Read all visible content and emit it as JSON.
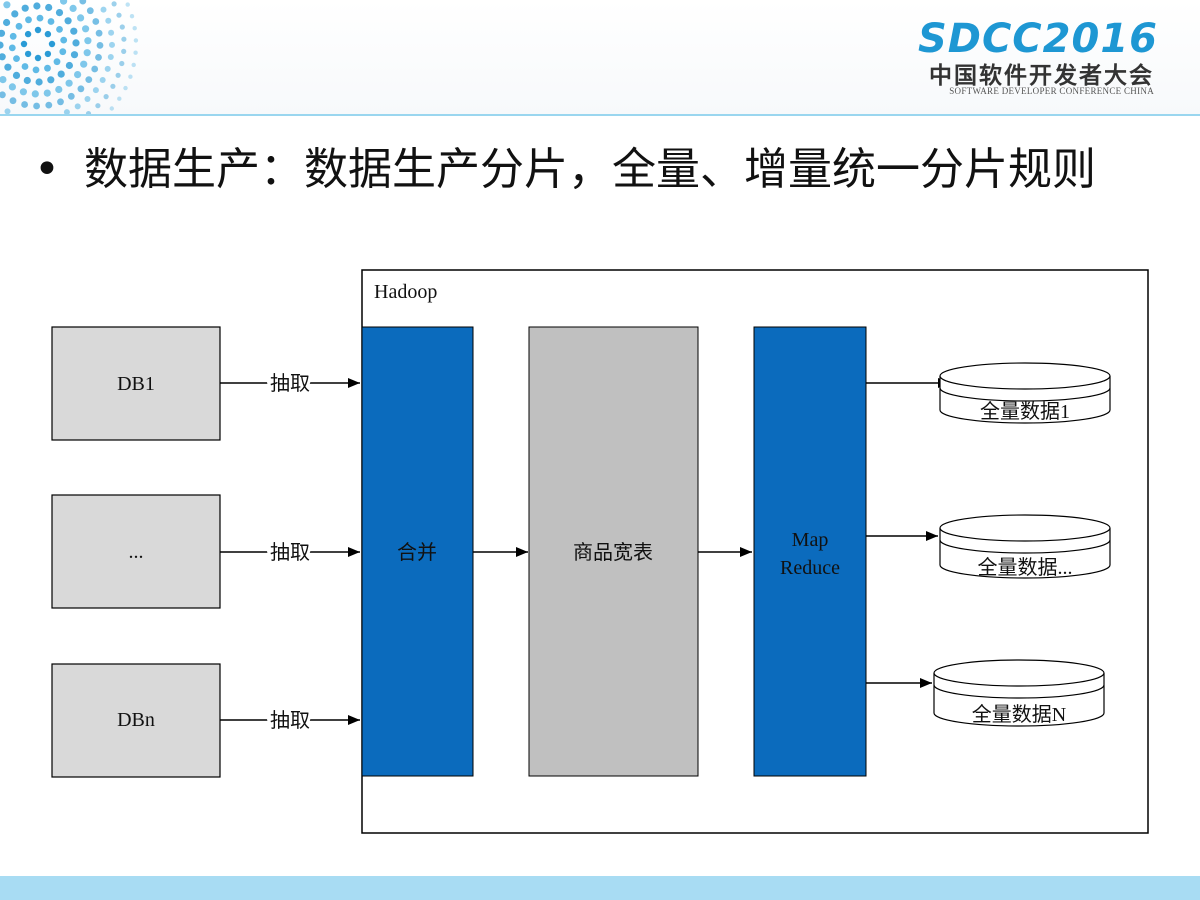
{
  "header": {
    "logo_main": "SDCC2016",
    "logo_cn": "中国软件开发者大会",
    "logo_en": "SOFTWARE DEVELOPER CONFERENCE CHINA",
    "accent_color": "#1e97d3"
  },
  "slide": {
    "bullet": "•",
    "title": "数据生产：数据生产分片，全量、增量统一分片规则"
  },
  "diagram": {
    "container_label": "Hadoop",
    "sources": [
      {
        "label": "DB1",
        "edge_label": "抽取"
      },
      {
        "label": "...",
        "edge_label": "抽取"
      },
      {
        "label": "DBn",
        "edge_label": "抽取"
      }
    ],
    "merge_label": "合并",
    "wide_table_label": "商品宽表",
    "mapreduce_lines": [
      "Map",
      "Reduce"
    ],
    "outputs": [
      "全量数据1",
      "全量数据...",
      "全量数据N"
    ],
    "colors": {
      "process_blue": "#0b6bbd",
      "source_gray": "#d9d9d9",
      "table_gray": "#c0c0c0"
    }
  }
}
